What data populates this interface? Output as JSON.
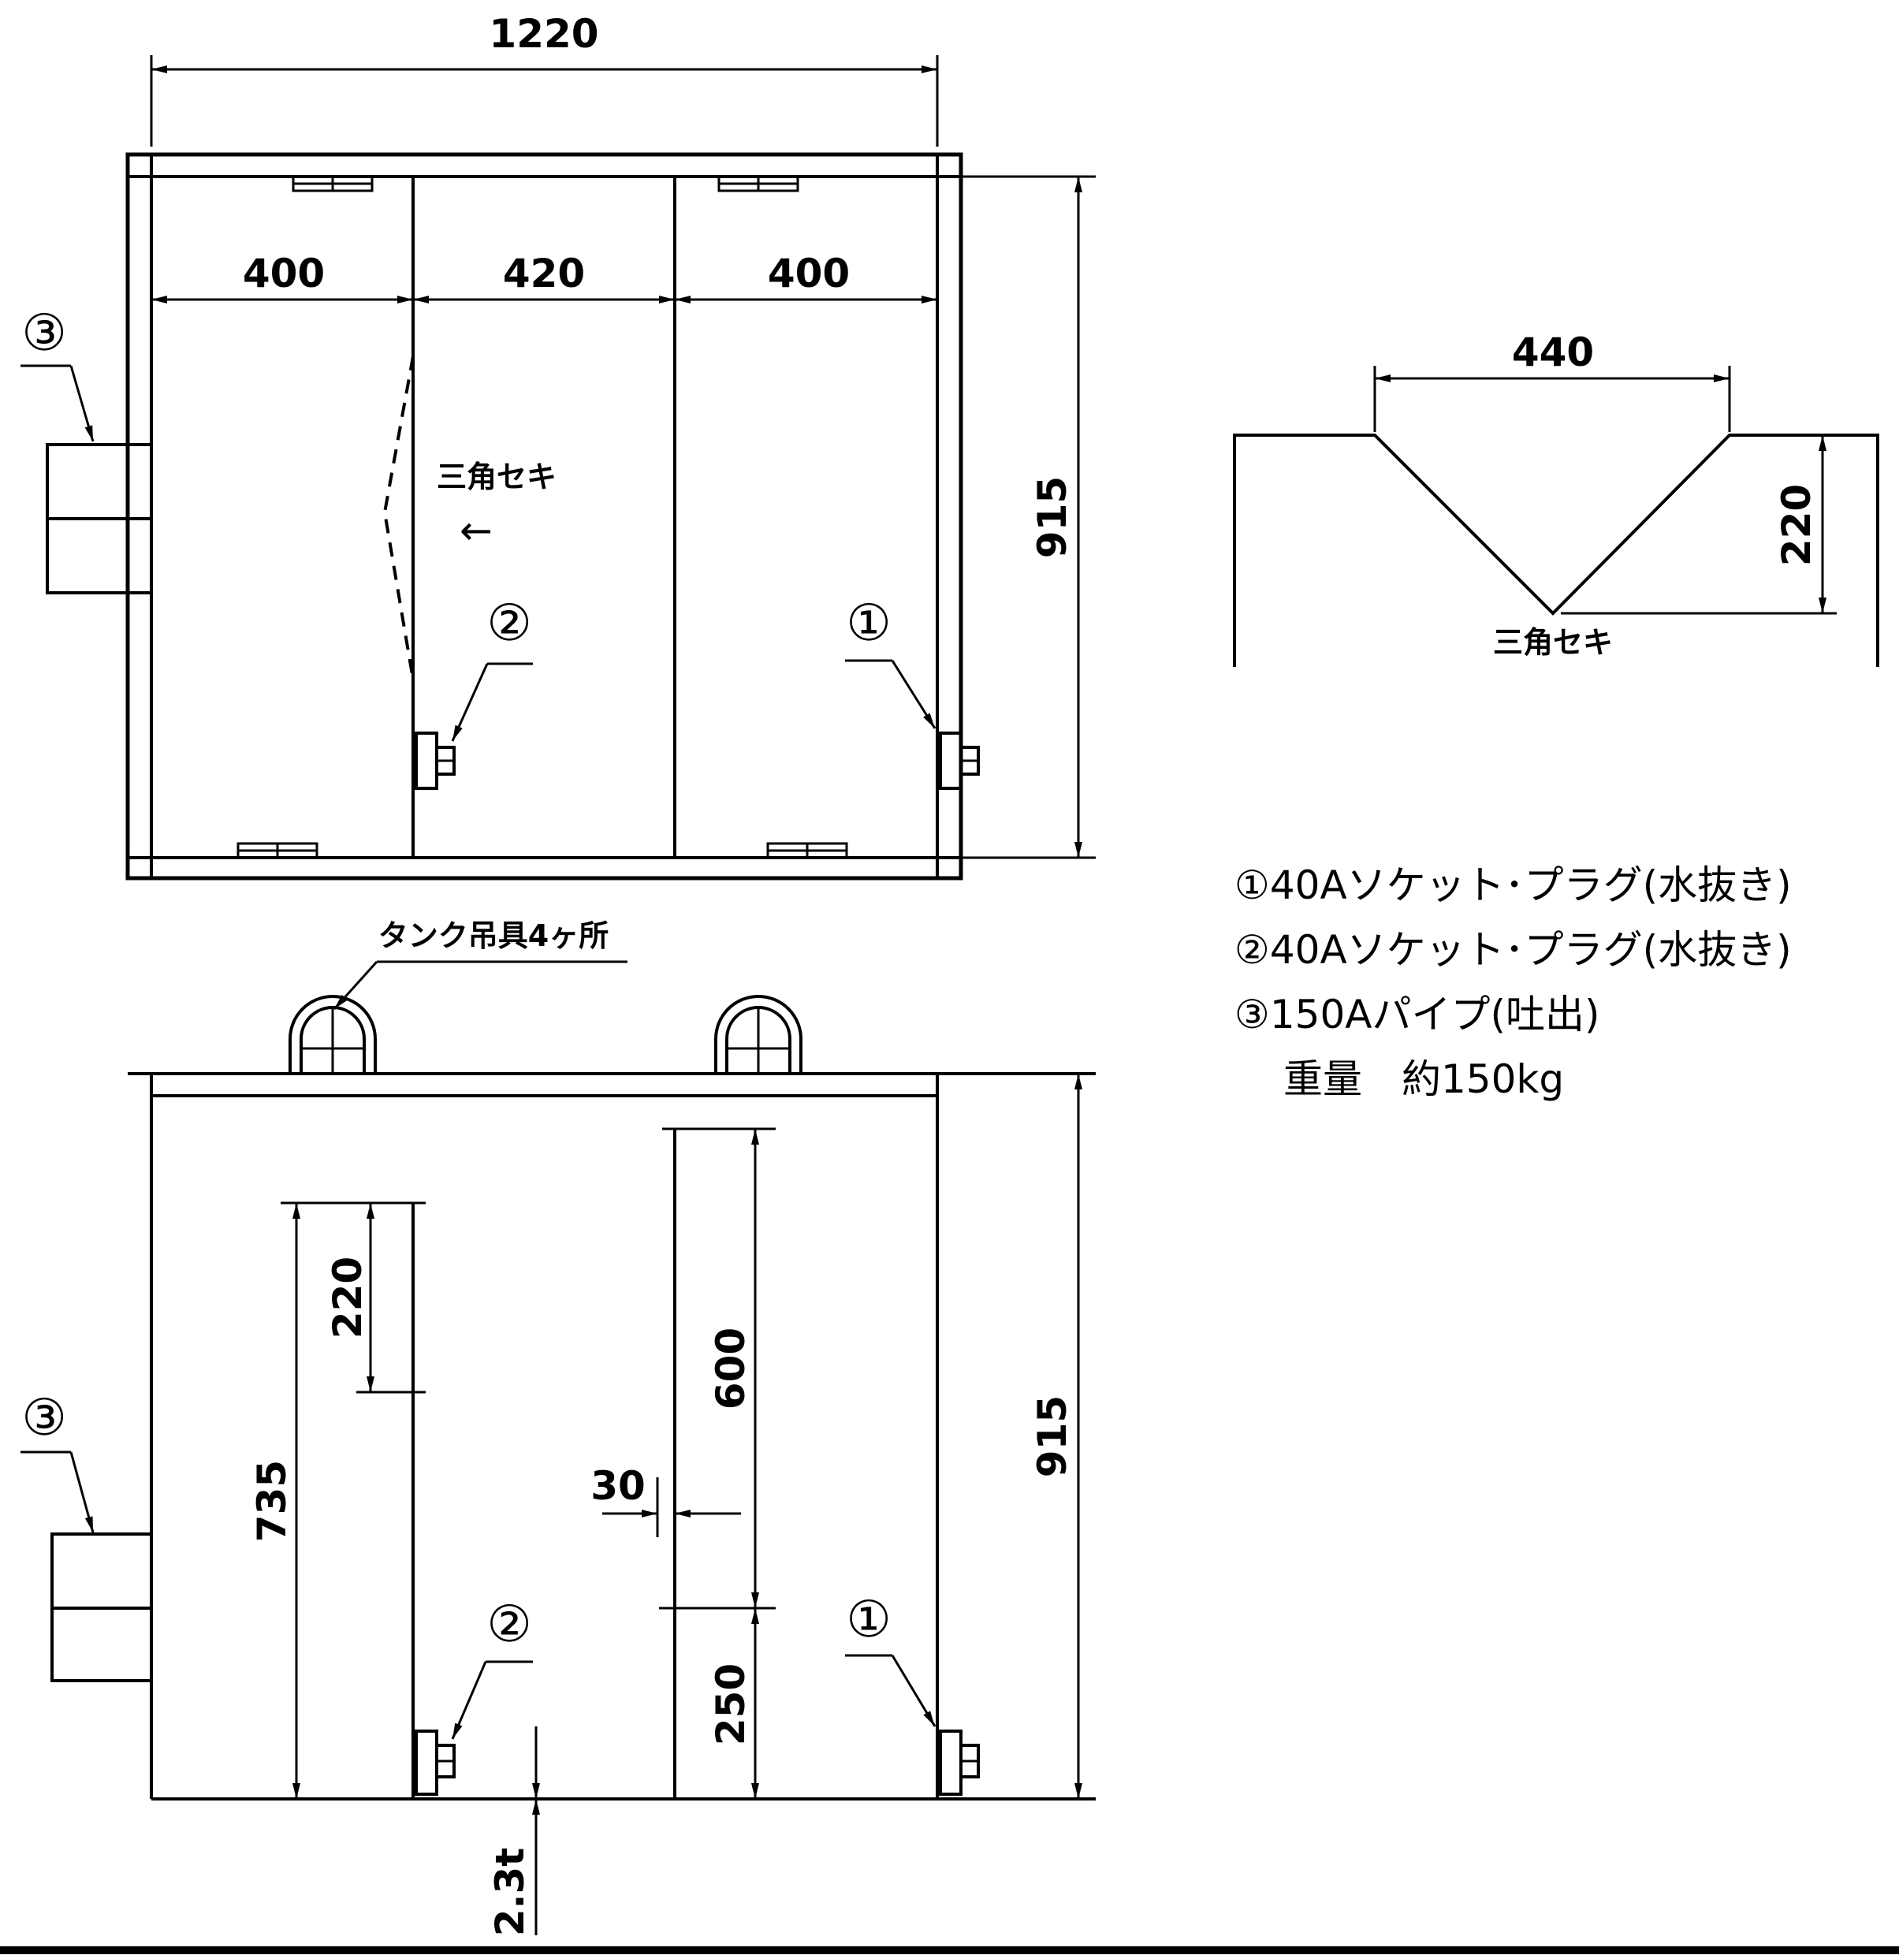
{
  "top_view": {
    "overall_width": "1220",
    "overall_depth": "915",
    "compartment_1": "400",
    "compartment_2": "420",
    "compartment_3": "400",
    "weir_label": "三角セキ",
    "flow_arrow": "←",
    "callout_1": "①",
    "callout_2": "②",
    "callout_3": "③"
  },
  "front_view": {
    "height": "915",
    "inner_height": "735",
    "weir_depth": "220",
    "baffle_height": "600",
    "baffle_gap": "250",
    "plate_offset": "30",
    "plate_thickness": "2.3t",
    "lifting_lug_label": "タンク吊具4ヶ所",
    "callout_1": "①",
    "callout_2": "②",
    "callout_3": "③"
  },
  "weir_detail": {
    "width": "440",
    "depth": "220",
    "label": "三角セキ"
  },
  "notes": [
    "①40Aソケット･プラグ(水抜き)",
    "②40Aソケット･プラグ(水抜き)",
    "③150Aパイプ(吐出)",
    "重量　約150kg"
  ]
}
